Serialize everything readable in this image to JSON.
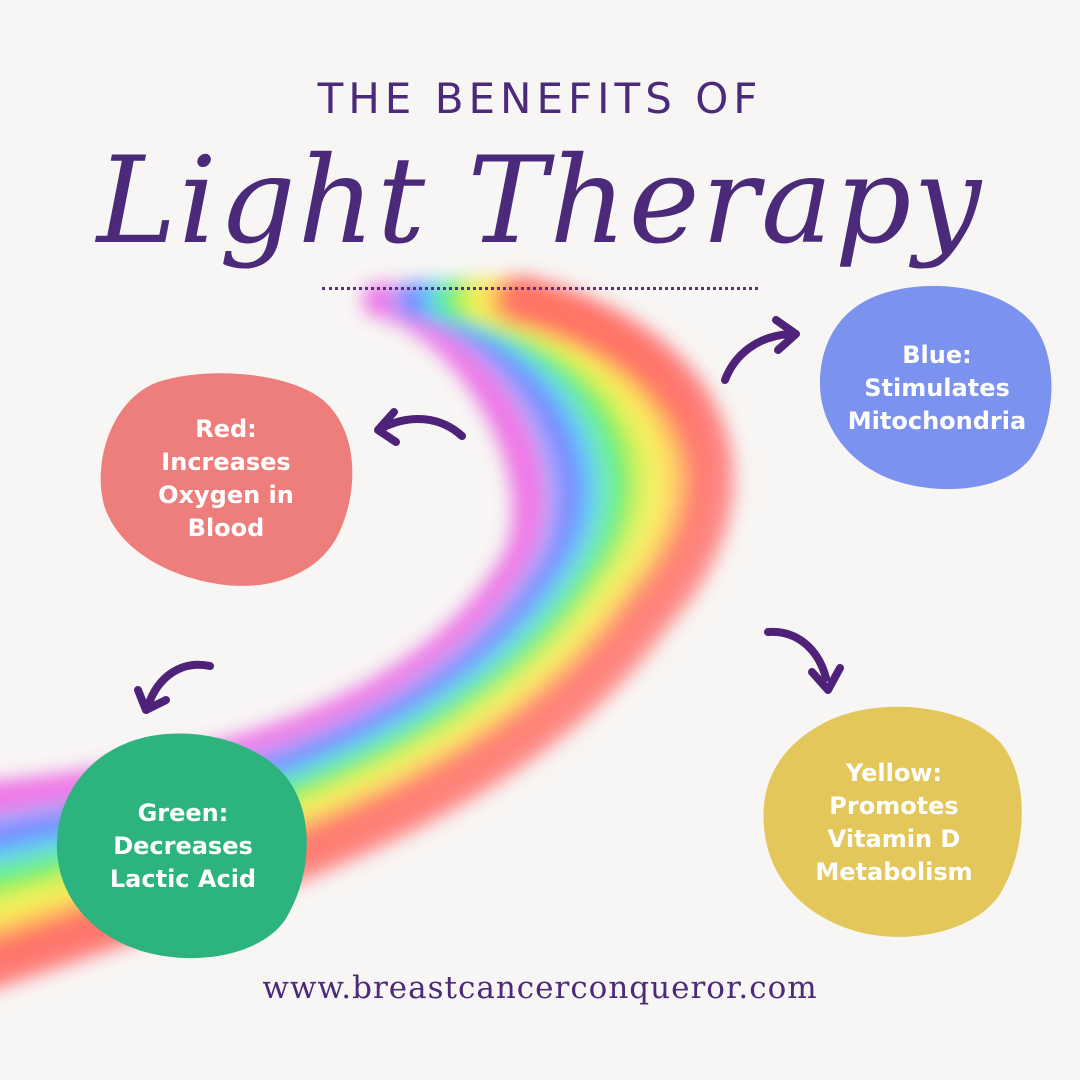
{
  "header": {
    "subtitle": "THE BENEFITS OF",
    "title": "Light Therapy"
  },
  "benefits": {
    "red": {
      "label": "Red:\nIncreases\nOxygen in\nBlood",
      "color": "#ee7e7b"
    },
    "blue": {
      "label": "Blue:\nStimulates\nMitochondria",
      "color": "#7b92ee"
    },
    "green": {
      "label": "Green:\nDecreases\nLactic Acid",
      "color": "#2db47e"
    },
    "yellow": {
      "label": "Yellow:\nPromotes\nVitamin D\nMetabolism",
      "color": "#e4c75a"
    }
  },
  "arrow_color": "#4e2279",
  "rainbow_colors": [
    "#e84fe0",
    "#f46ee8",
    "#8aa7ff",
    "#5f6bff",
    "#52c6ff",
    "#5ef0a0",
    "#5cf04a",
    "#e8f04a",
    "#fff04e",
    "#ffb24e",
    "#ff5b5b"
  ],
  "footer": {
    "url": "www.breastcancerconqueror.com"
  }
}
